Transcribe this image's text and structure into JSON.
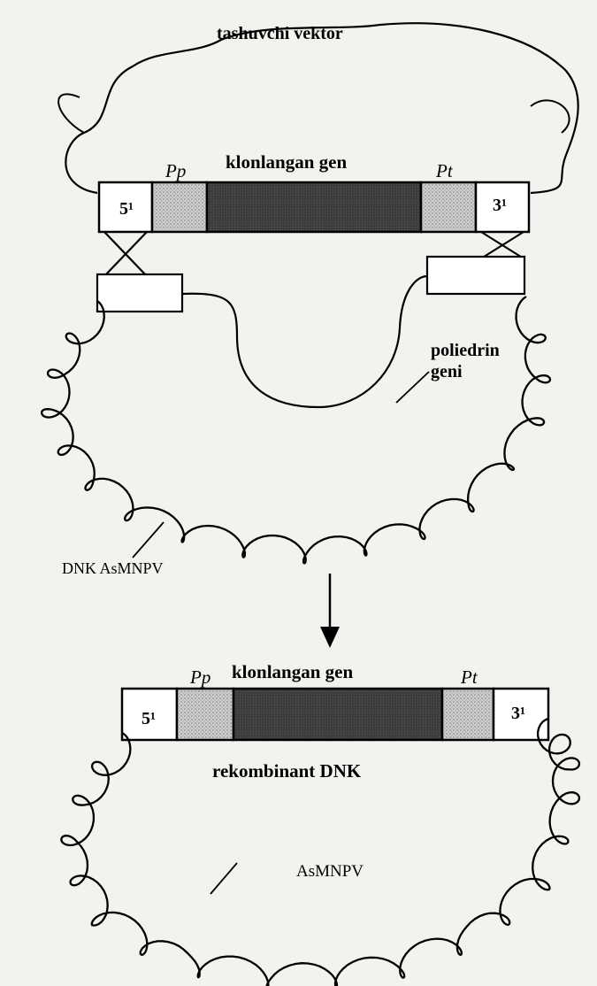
{
  "top": {
    "vector_label": "tashuvchi vektor",
    "gene_label": "klonlangan gen",
    "promoter_label": "Pp",
    "terminator_label": "Pt",
    "end5_label": "5¹",
    "end3_label": "3¹",
    "polyhedrin_label_line1": "poliedrin",
    "polyhedrin_label_line2": "geni",
    "dna_label": "DNK AsMNPV"
  },
  "bottom": {
    "gene_label": "klonlangan gen",
    "promoter_label": "Pp",
    "terminator_label": "Pt",
    "end5_label": "5¹",
    "end3_label": "3¹",
    "recombinant_label": "rekombinant DNK",
    "virus_label": "AsMNPV"
  },
  "colors": {
    "background": "#f4f2ee",
    "gene_dark": "#3a3a3a",
    "stipple": "#b8b8b8",
    "ink": "#000000"
  }
}
